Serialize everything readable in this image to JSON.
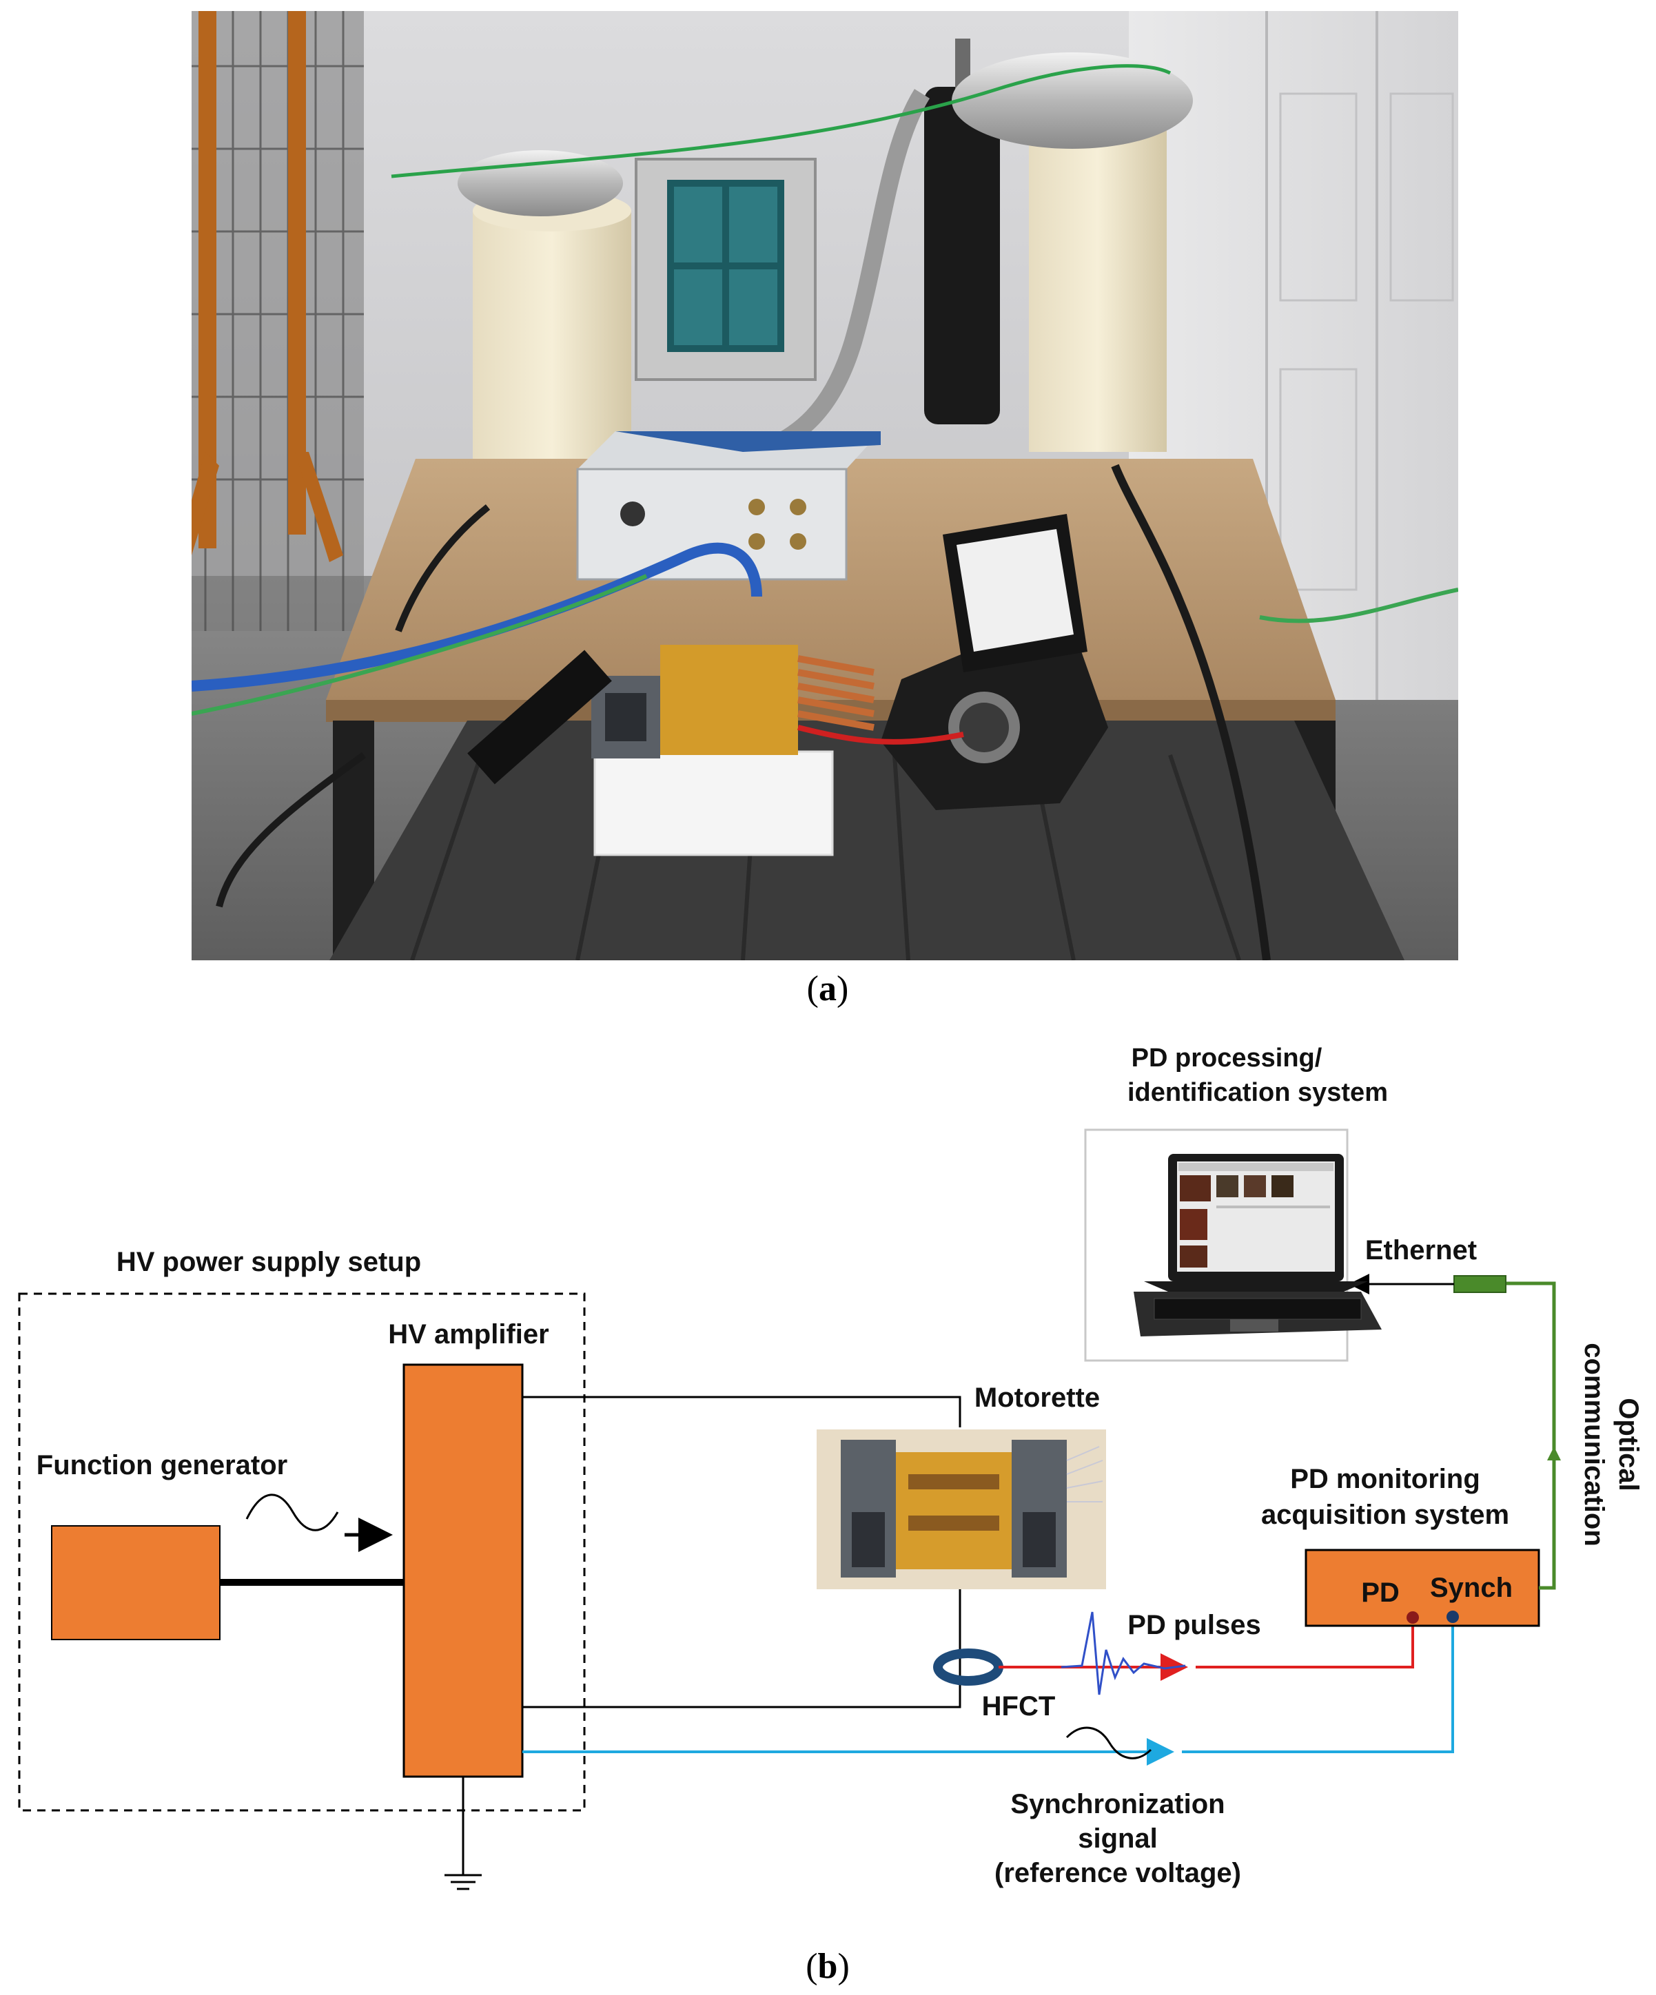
{
  "panel_a": {
    "caption_label": "a"
  },
  "panel_b": {
    "caption_label": "b",
    "labels": {
      "hv_power_supply_setup": "HV power supply setup",
      "hv_amplifier": "HV amplifier",
      "function_generator": "Function generator",
      "motorette": "Motorette",
      "hfct": "HFCT",
      "pd_pulses": "PD pulses",
      "pd_processing_line1": "PD processing/",
      "pd_processing_line2": "identification system",
      "ethernet": "Ethernet",
      "optical_line1": "Optical",
      "optical_line2": "communication",
      "pd_monitoring_line1": "PD monitoring",
      "pd_monitoring_line2": "acquisition system",
      "pd_port": "PD",
      "synch_port": "Synch",
      "sync_line1": "Synchronization",
      "sync_line2": "signal",
      "sync_line3": "(reference voltage)"
    },
    "colors": {
      "orange_block": "#ED7D31",
      "pd_pulse_line": "#E02020",
      "sync_line": "#1EA9E0",
      "optical_line": "#4A8A2A",
      "pulse_wave": "#3050C8"
    }
  }
}
